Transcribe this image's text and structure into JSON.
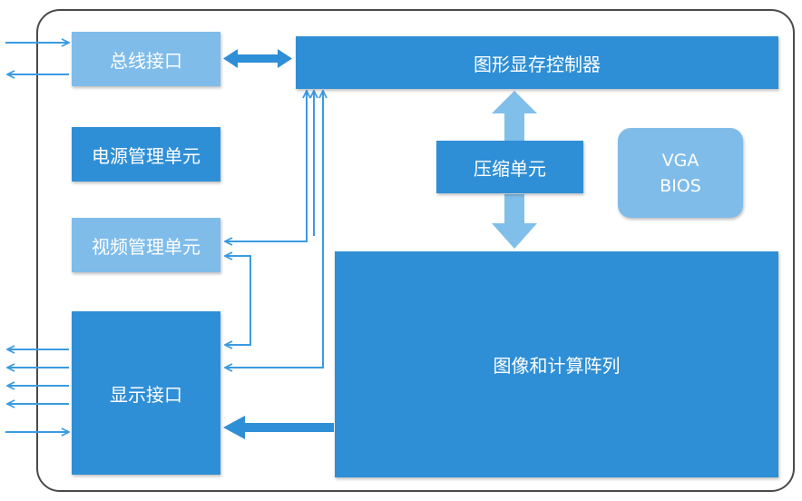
{
  "blocks": {
    "bus_interface": "总线接口",
    "graphics_memory_controller": "图形显存控制器",
    "power_management": "电源管理单元",
    "compression_unit": "压缩单元",
    "vga_bios_line1": "VGA",
    "vga_bios_line2": "BIOS",
    "video_management": "视频管理单元",
    "display_interface": "显示接口",
    "image_compute_array": "图像和计算阵列"
  },
  "colors": {
    "dark_block": "#2f8fd6",
    "light_block": "#7fbcea",
    "arrow": "#3b9be0",
    "frame": "#4a4a4a"
  }
}
